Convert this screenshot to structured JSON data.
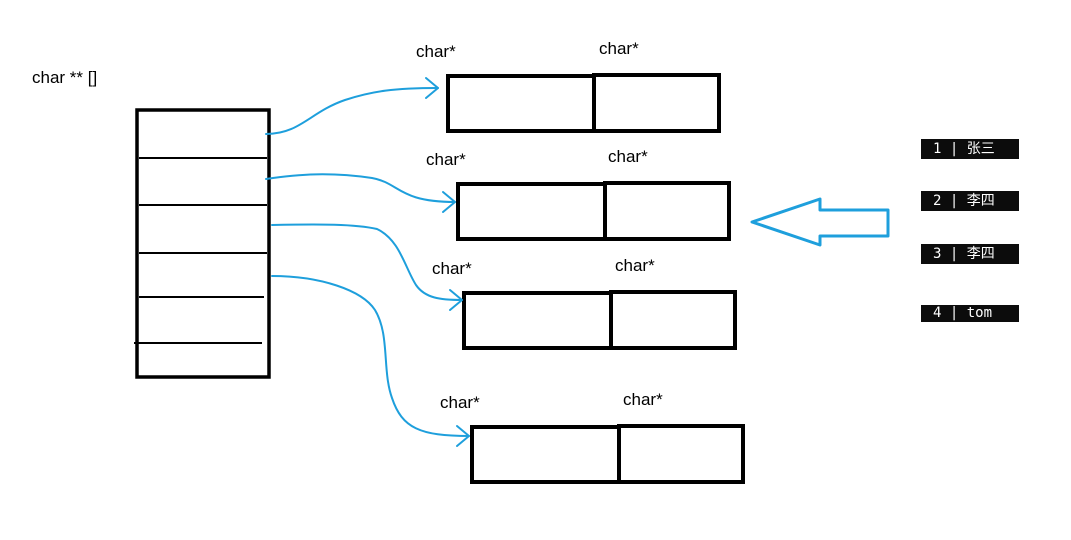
{
  "array_label": "char ** []",
  "pointer_label": "char*",
  "colors": {
    "stroke": "#000000",
    "arrow": "#1e9fdc",
    "row_bg": "#0c0c0c",
    "row_text": "#ffffff"
  },
  "rows": [
    {
      "id": "1",
      "name": "张三"
    },
    {
      "id": "2",
      "name": "李四"
    },
    {
      "id": "3",
      "name": "李四"
    },
    {
      "id": "4",
      "name": "tom"
    }
  ]
}
